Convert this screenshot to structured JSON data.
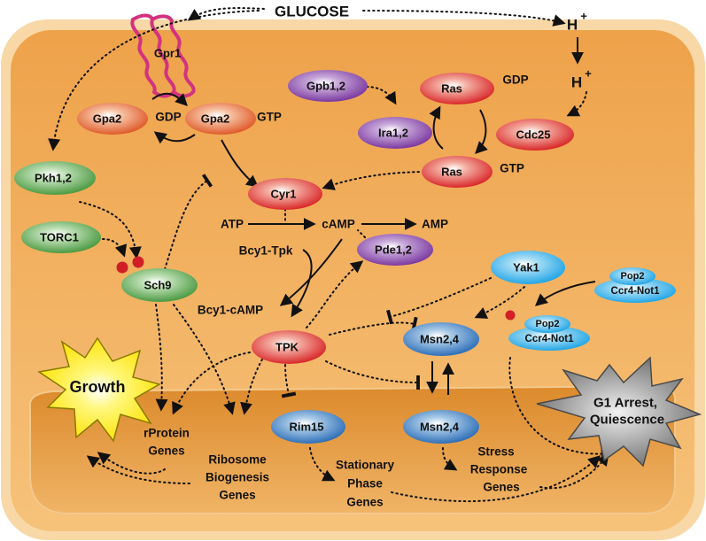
{
  "diagram": {
    "glucose": "GLUCOSE",
    "proton": "H",
    "proton_sup": "+",
    "proteins": {
      "gpr1": "Gpr1",
      "gpa2_gdp": "Gpa2",
      "gdp_1": "GDP",
      "gpa2_gtp": "Gpa2",
      "gtp_1": "GTP",
      "gpb": "Gpb1,2",
      "ira": "Ira1,2",
      "ras_gdp": "Ras",
      "gdp_2": "GDP",
      "ras_gtp": "Ras",
      "gtp_2": "GTP",
      "cdc25": "Cdc25",
      "pkh": "Pkh1,2",
      "torc1": "TORC1",
      "sch9": "Sch9",
      "cyr1": "Cyr1",
      "pde": "Pde1,2",
      "yak1": "Yak1",
      "pop2_a": "Pop2",
      "ccr4_a": "Ccr4-Not1",
      "pop2_b": "Pop2",
      "ccr4_b": "Ccr4-Not1",
      "tpk": "TPK",
      "msn_cyto": "Msn2,4",
      "msn_nuc": "Msn2,4",
      "rim15": "Rim15"
    },
    "metabolites": {
      "atp": "ATP",
      "camp": "cAMP",
      "amp": "AMP",
      "bcy1_tpk": "Bcy1-Tpk",
      "bcy1_camp": "Bcy1-cAMP"
    },
    "outcomes": {
      "growth": "Growth",
      "g1_line1": "G1 Arrest,",
      "g1_line2": "Quiescence"
    },
    "genes": {
      "rprotein_line1": "rProtein",
      "rprotein_line2": "Genes",
      "ribi_line1": "Ribosome",
      "ribi_line2": "Biogenesis",
      "ribi_line3": "Genes",
      "stationary_line1": "Stationary",
      "stationary_line2": "Phase",
      "stationary_line3": "Genes",
      "stress_line1": "Stress",
      "stress_line2": "Response",
      "stress_line3": "Genes"
    },
    "colors": {
      "cytoplasm": "#f1ae4e",
      "nucleus": "#e89a3a",
      "cell_rim": "#f8d8a6",
      "red_protein": "#d9282a",
      "green_protein": "#4c9a43",
      "purple_protein": "#7b3aa0",
      "blue_protein": "#2f83c8",
      "cyan_protein": "#36aee8",
      "gpr1": "#d2337f",
      "phospho_dot": "#d11f26",
      "growth_star": "#ffe800",
      "g1_star": "#7a7a7a"
    }
  }
}
